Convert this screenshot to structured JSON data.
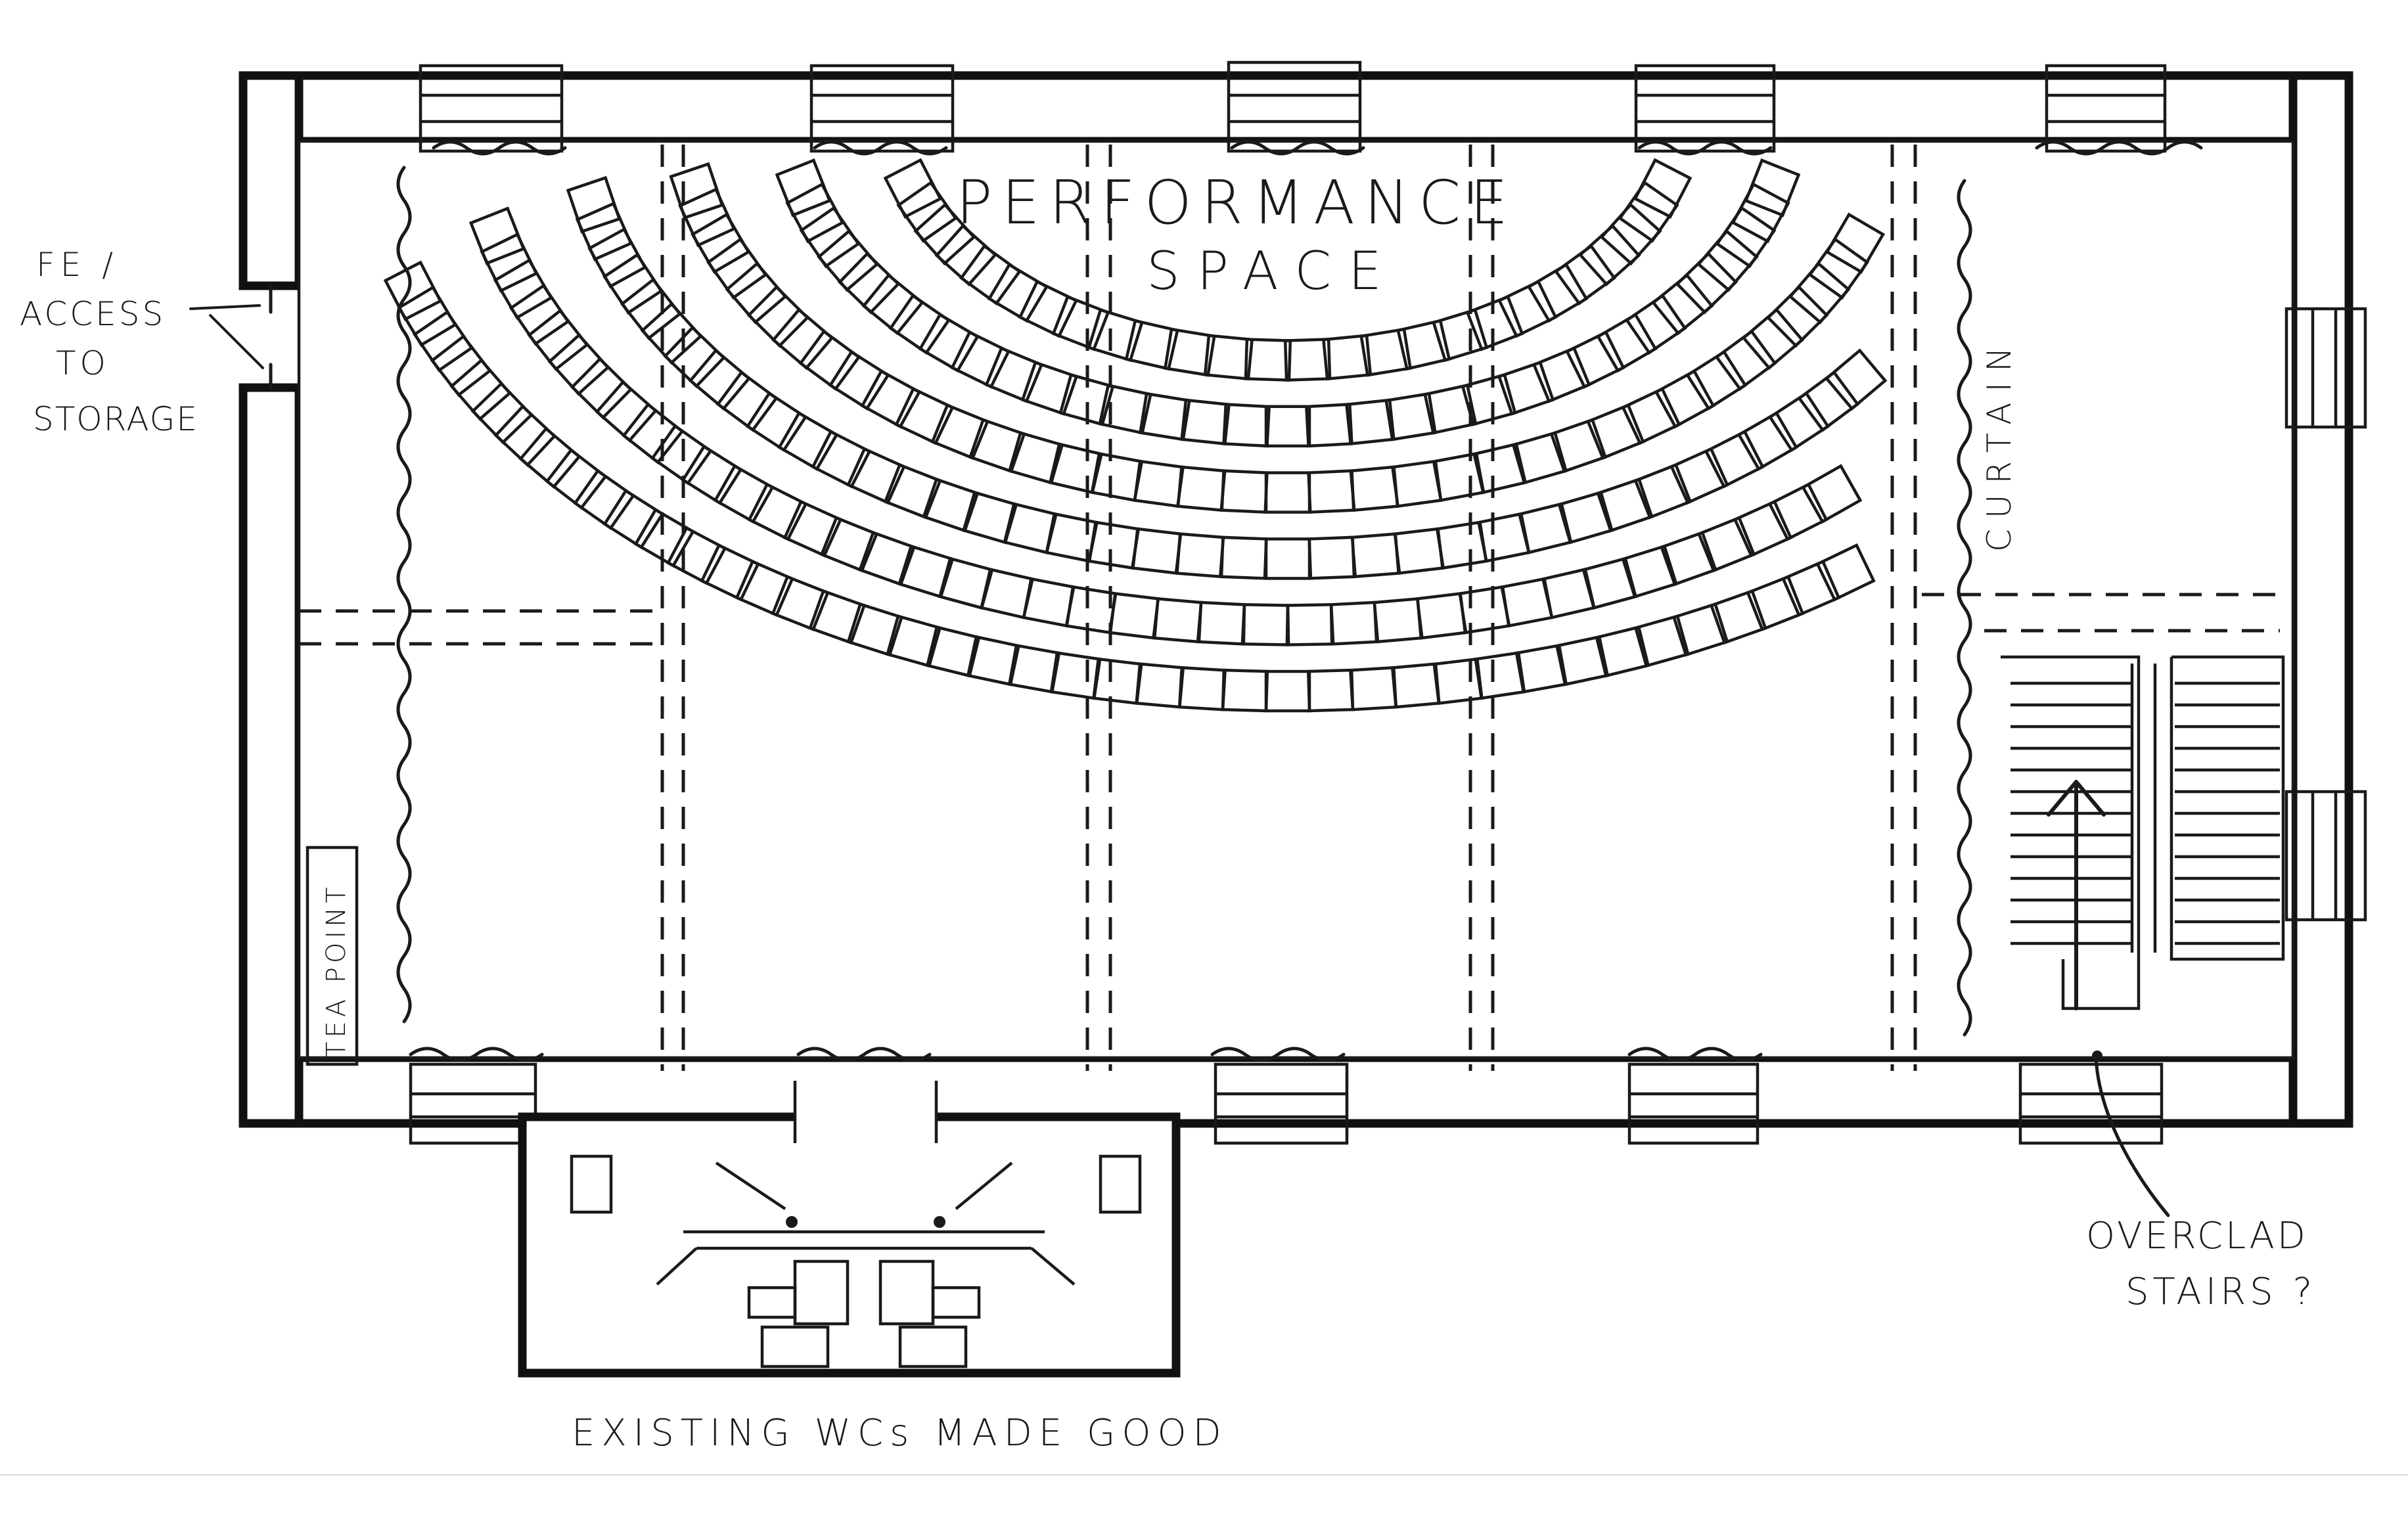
{
  "drawing": {
    "title_line1": "PERFORMANCE",
    "title_line2": "SPACE",
    "left_note": [
      "FE /",
      "ACCESS",
      "TO",
      "STORAGE"
    ],
    "tea_point": "TEA POINT",
    "curtain": "CURTAIN",
    "stairs_note": [
      "OVERCLAD",
      "STAIRS ?"
    ],
    "wc_note": "EXISTING WCs MADE GOOD"
  },
  "seating": {
    "rows": [
      {
        "row": 1,
        "seats": 26
      },
      {
        "row": 2,
        "seats": 33
      },
      {
        "row": 3,
        "seats": 39
      },
      {
        "row": 4,
        "seats": 45
      },
      {
        "row": 5,
        "seats": 50
      },
      {
        "row": 6,
        "seats": 55
      }
    ]
  }
}
